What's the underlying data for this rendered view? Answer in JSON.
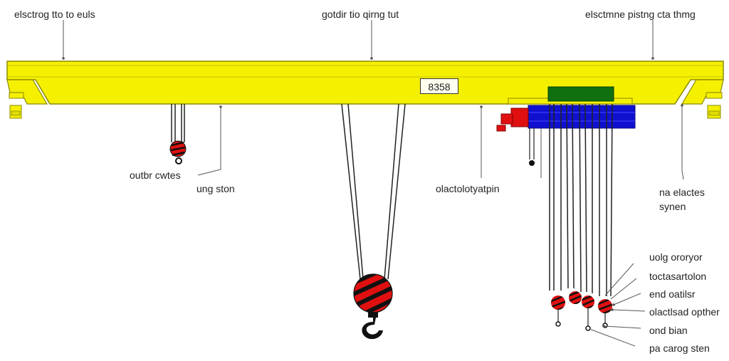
{
  "colors": {
    "girder": "#f5f000",
    "girder_outline": "#8a8a00",
    "trolley_frame": "#1010d0",
    "motor_housing": "#107010",
    "drive_unit": "#e01010",
    "hook_stripe_red": "#e01010",
    "hook_stripe_black": "#111111",
    "rope": "#222222",
    "leader_line": "#555555"
  },
  "plate_text": "8358",
  "labels": {
    "top_left": "elsctrog tto to euls",
    "top_center": "gotdir tio qirng tut",
    "top_right": "elsctmne pistng cta thmg",
    "left_mid_1": "outbr cwtes",
    "left_mid_2": "ung ston",
    "center_right": "olactolotyatpin",
    "right_mid": "na elactes\nsynen",
    "right_list": [
      "uolg ororyor",
      "toctasartolon",
      "end oatilsr",
      "olactlsad opther",
      "ond bian",
      "pa carog sten"
    ]
  }
}
